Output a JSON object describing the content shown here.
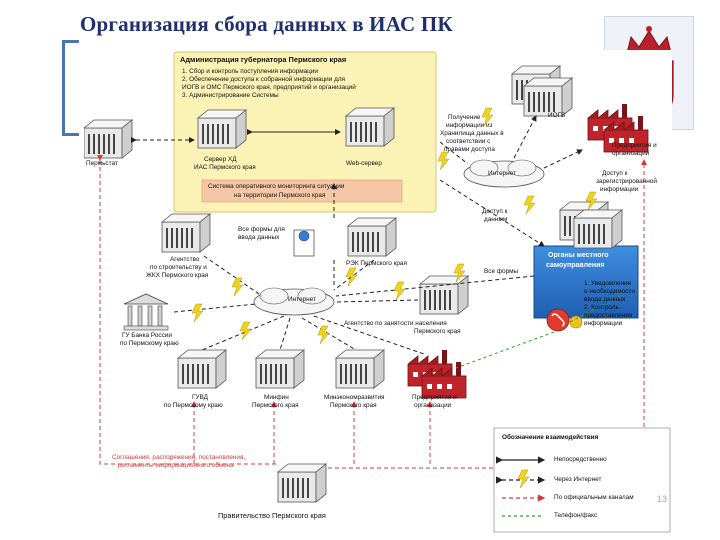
{
  "slide": {
    "title": "Организация сбора данных в ИАС ПК",
    "page_number": "13",
    "brand_color": "#1f2e6e",
    "accent_color": "#4a74b8"
  },
  "admin_block": {
    "heading": "Администрация губернатора Пермского края",
    "tasks": [
      "1. Сбор и контроль поступления информации",
      "2. Обеспечение доступа к собранной информации для",
      "ИОГВ и ОМС Пермского края, предприятий и организаций",
      "3. Администрирование Системы"
    ],
    "server_dw_line1": "Сервер ХД",
    "server_dw_line2": "ИАС Пермского края",
    "web_server": "Web-сервер",
    "monitoring_line1": "Система оперативного мониторинга ситуации",
    "monitoring_line2": "на территории Пермского края"
  },
  "nodes": {
    "permstat": "Пермьстат",
    "iogv": "ИОГВ",
    "enterprises_tr_1": "Предприятия и",
    "enterprises_tr_2": "организации",
    "internet_top": "Интернет",
    "internet_center": "Интернет",
    "access_registered_1": "Доступ к",
    "access_registered_2": "зарегистрированной",
    "access_registered_3": "информации",
    "receiving_1": "Получение",
    "receiving_2": "информации из",
    "receiving_3": "Хранилища данных в",
    "receiving_4": "соответствии с",
    "receiving_5": "правами доступа",
    "access_data_1": "Доступ к",
    "access_data_2": "данным",
    "oms_1": "Органы местного",
    "oms_2": "самоуправления",
    "data_entry_1": "Все формы для",
    "data_entry_2": "ввода данных",
    "rek": "РЭК Пермского края",
    "all_forms": "Все формы",
    "agency_construction_1": "Агентство",
    "agency_construction_2": "по строительству и",
    "agency_construction_3": "ЖКХ Пермского края",
    "cbr_1": "ГУ Банка России",
    "cbr_2": "по Пермскому краю",
    "agency_employment_1": "Агентство по занятости населения",
    "agency_employment_2": "Пермского края",
    "notification_1": "1. Уведомление",
    "notification_2": "о необходимости",
    "notification_3": "ввода данных",
    "notification_4": "2. Контроль",
    "notification_5": "предоставления",
    "notification_6": "информации",
    "gubd_1": "ГУВД",
    "gubd_2": "по Пермскому краю",
    "minfin_1": "Минфин",
    "minfin_2": "Пермского края",
    "minecon_1": "Минэкономразвития",
    "minecon_2": "Пермского края",
    "enterprises_bottom_1": "Предприятия и",
    "enterprises_bottom_2": "организации",
    "agreements_1": "Соглашения, распоряжения, постановления,",
    "agreements_2": "регламенты информационного обмена",
    "government": "Правительство Пермского края"
  },
  "legend": {
    "title": "Обозначение взаимодействия",
    "items": [
      {
        "label": "Непосредственно",
        "color": "#222222",
        "style": "solid"
      },
      {
        "label": "Через Интернет",
        "color": "#222222",
        "style": "dashed"
      },
      {
        "label": "По официальным каналам",
        "color": "#d33b3b",
        "style": "dashed"
      },
      {
        "label": "Телефон/факс",
        "color": "#2aa02a",
        "style": "dashed"
      }
    ]
  }
}
